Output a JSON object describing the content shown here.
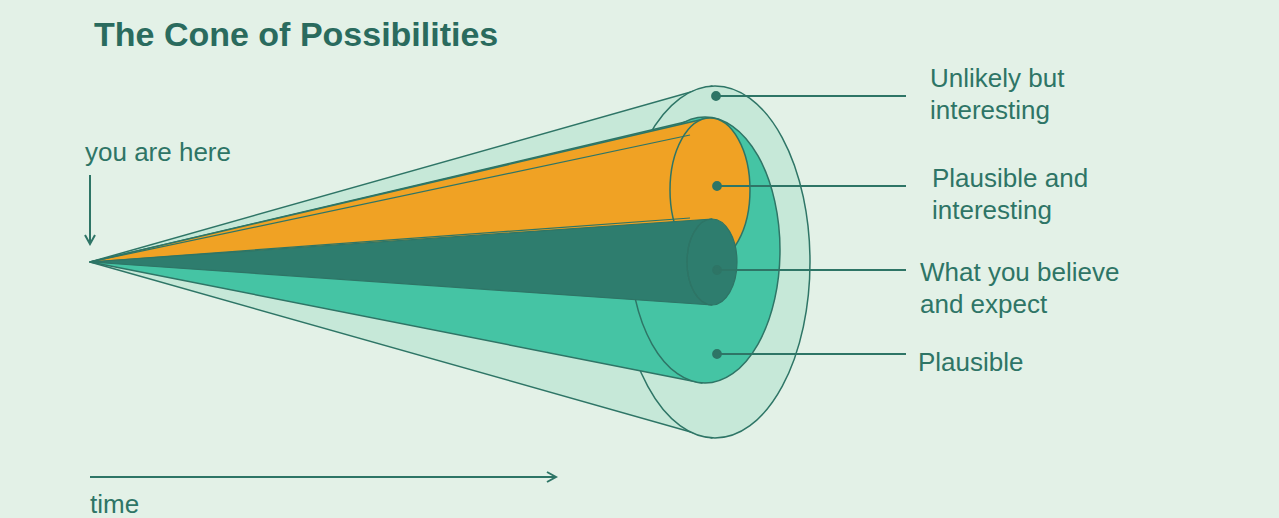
{
  "diagram": {
    "title": "The Cone of Possibilities",
    "labels": [
      "you are here",
      "Unlikely but interesting",
      "Plausible and interesting",
      "What you believe and expect",
      "Plausible",
      "time"
    ]
  }
}
